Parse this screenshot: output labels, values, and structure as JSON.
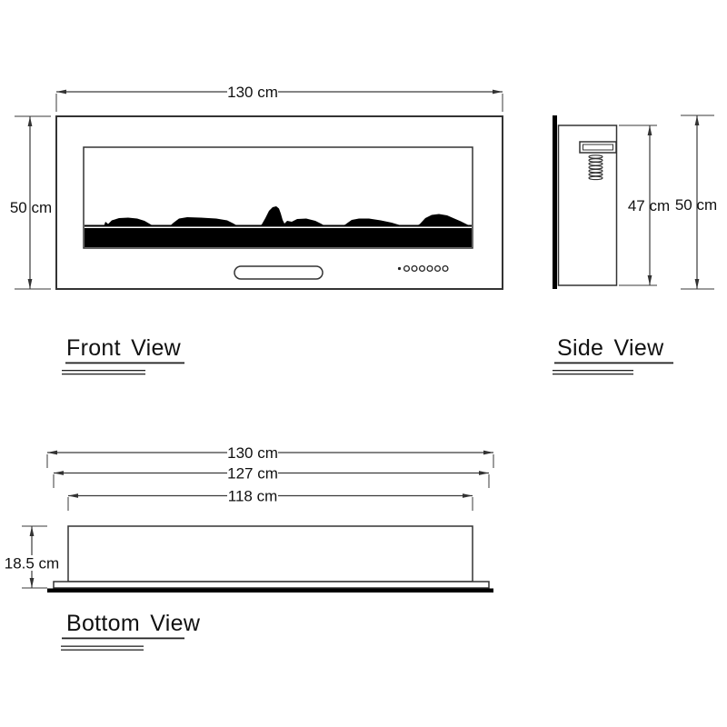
{
  "drawing": {
    "front": {
      "label": "Front View",
      "dim_width": "130 cm",
      "dim_height": "50 cm"
    },
    "side": {
      "label": "Side View",
      "dim_body_height": "47 cm",
      "dim_overall_height": "50 cm"
    },
    "bottom": {
      "label": "Bottom View",
      "dim_overall_width": "130 cm",
      "dim_base_width": "127 cm",
      "dim_body_width": "118 cm",
      "dim_depth": "18.5 cm"
    },
    "colors": {
      "line": "#333333",
      "ink": "#111111",
      "silhouette": "#000000",
      "background": "#ffffff"
    }
  }
}
